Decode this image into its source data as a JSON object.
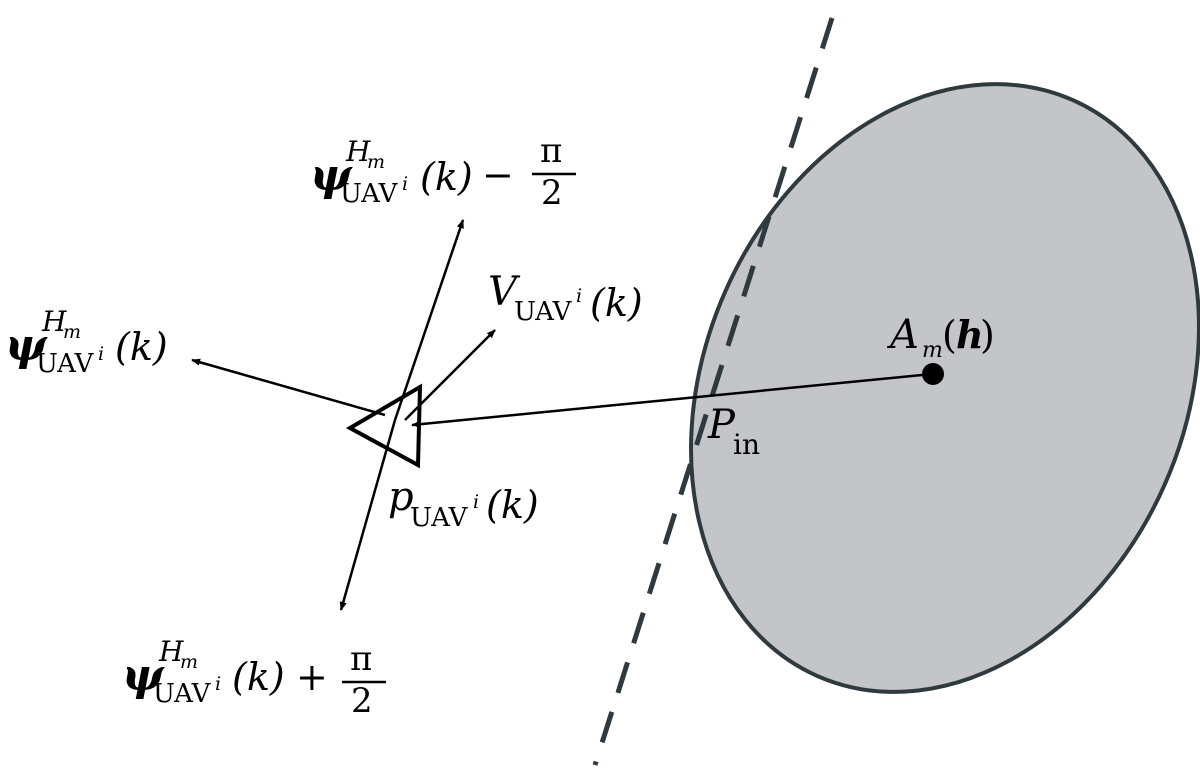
{
  "labels": {
    "psi": "ψ",
    "H": "H",
    "m": "m",
    "uav": "UAV",
    "i": "i",
    "k_arg": "(k)",
    "minus": "−",
    "plus": "+",
    "pi": "π",
    "two": "2",
    "V": "V",
    "A": "A",
    "lparen": "(",
    "h": "h",
    "rparen": ")",
    "P": "P",
    "in": "in",
    "p": "p"
  },
  "colors": {
    "ellipse_fill": "#c4c5c9",
    "ellipse_stroke": "#2f3a3f",
    "line": "#000000"
  }
}
